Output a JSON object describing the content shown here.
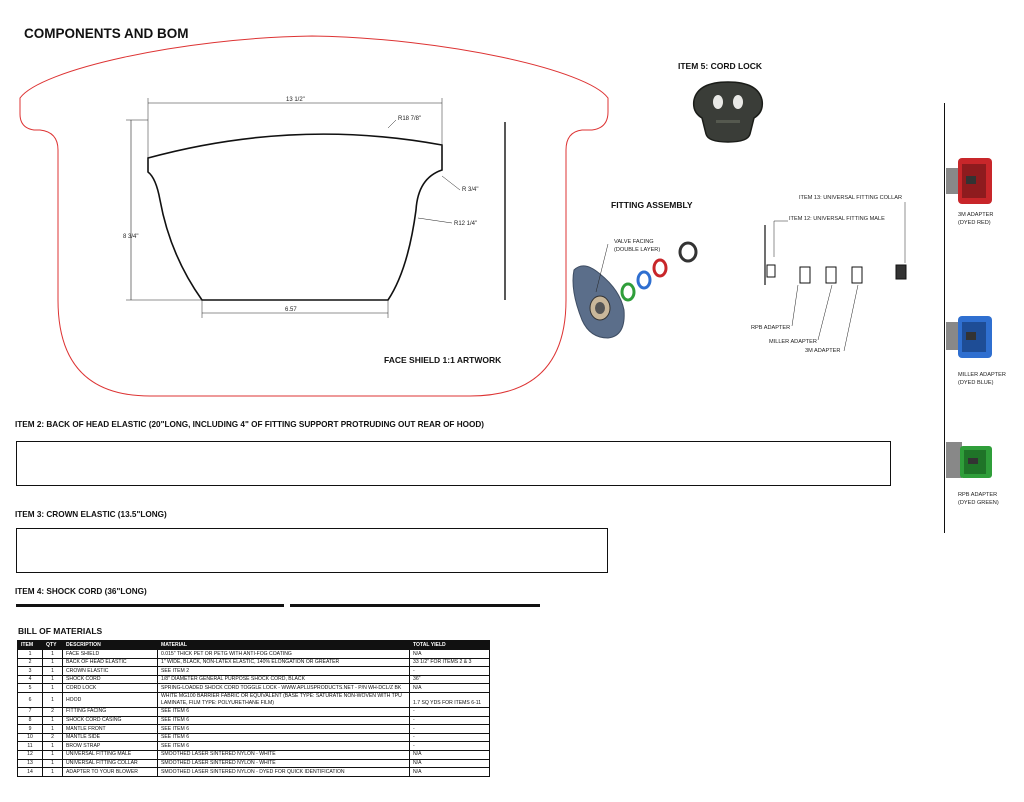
{
  "page_title": "COMPONENTS AND BOM",
  "face_shield": {
    "caption": "FACE SHIELD 1:1 ARTWORK",
    "dim_top": "13 1/2\"",
    "dim_radius_top": "R18 7/8\"",
    "dim_radius_corner": "R 3/4\"",
    "dim_radius_side": "R12 1/4\"",
    "dim_height": "8 3/4\"",
    "dim_bottom": "6.57"
  },
  "cord_lock": {
    "title": "ITEM 5: CORD LOCK"
  },
  "fitting_assembly": {
    "title": "FITTING ASSEMBLY",
    "valve_label_1": "VALVE FACING",
    "valve_label_2": "(DOUBLE LAYER)",
    "collar_label": "ITEM 13: UNIVERSAL FITTING COLLAR",
    "male_label": "ITEM 12: UNIVERSAL FITTING MALE",
    "rpb_label": "RPB ADAPTER",
    "miller_label": "MILLER ADAPTER",
    "threem_label": "3M ADAPTER"
  },
  "adapters": [
    {
      "name": "3M ADAPTER",
      "color_note": "(DYED RED)",
      "color": "#c8262a"
    },
    {
      "name": "MILLER ADAPTER",
      "color_note": "(DYED BLUE)",
      "color": "#2f6fd0"
    },
    {
      "name": "RPB ADAPTER",
      "color_note": "(DYED GREEN)",
      "color": "#2f9e3a"
    }
  ],
  "item2": {
    "title": "ITEM 2: BACK OF HEAD ELASTIC (20\"LONG, INCLUDING 4\" OF FITTING SUPPORT PROTRUDING OUT REAR OF HOOD)"
  },
  "item3": {
    "title": "ITEM 3: CROWN ELASTIC (13.5\"LONG)"
  },
  "item4": {
    "title": "ITEM 4: SHOCK CORD (36\"LONG)"
  },
  "bom": {
    "title": "BILL OF MATERIALS",
    "headers": [
      "ITEM",
      "QTY",
      "DESCRIPTION",
      "MATERIAL",
      "TOTAL YIELD"
    ],
    "rows": [
      [
        "1",
        "1",
        "FACE SHIELD",
        "0.015\" THICK PET OR PETG WITH ANTI-FOG COATING",
        "N/A"
      ],
      [
        "2",
        "1",
        "BACK OF HEAD ELASTIC",
        "1\" WIDE, BLACK, NON-LATEX ELASTIC, 140% ELONGATION OR GREATER",
        "33 1/2\" FOR ITEMS 2 & 3"
      ],
      [
        "3",
        "1",
        "CROWN ELASTIC",
        "SEE ITEM 2",
        "-"
      ],
      [
        "4",
        "1",
        "SHOCK CORD",
        "1/8\" DIAMETER GENERAL PURPOSE SHOCK CORD, BLACK",
        "36\""
      ],
      [
        "5",
        "1",
        "CORD LOCK",
        "SPRING-LOADED SHOCK CORD TOGGLE LOCK - WWW.APLUSPRODUCTS.NET - P/N WH-DCL/Z BK",
        "N/A"
      ],
      [
        "6",
        "1",
        "HOOD",
        "WHITE MG100 BARRIER FABRIC OR EQUIVALENT (BASE TYPE: SATURATE NON-WOVEN WITH TPU LAMINATE, FILM TYPE: POLYURETHANE FILM)",
        "1.7 SQ YDS FOR ITEMS 6-11"
      ],
      [
        "7",
        "2",
        "FITTING FACING",
        "SEE ITEM 6",
        "-"
      ],
      [
        "8",
        "1",
        "SHOCK CORD CASING",
        "SEE ITEM 6",
        "-"
      ],
      [
        "9",
        "1",
        "MANTLE FRONT",
        "SEE ITEM 6",
        "-"
      ],
      [
        "10",
        "2",
        "MANTLE SIDE",
        "SEE ITEM 6",
        "-"
      ],
      [
        "11",
        "1",
        "BROW STRAP",
        "SEE ITEM 6",
        "-"
      ],
      [
        "12",
        "1",
        "UNIVERSAL FITTING MALE",
        "SMOOTHED LASER SINTERED NYLON - WHITE",
        "N/A"
      ],
      [
        "13",
        "1",
        "UNIVERSAL FITTING COLLAR",
        "SMOOTHED LASER SINTERED NYLON - WHITE",
        "N/A"
      ],
      [
        "14",
        "1",
        "ADAPTER TO YOUR BLOWER",
        "SMOOTHED LASER SINTERED NYLON - DYED FOR QUICK IDENTIFICATION",
        "N/A"
      ]
    ]
  }
}
